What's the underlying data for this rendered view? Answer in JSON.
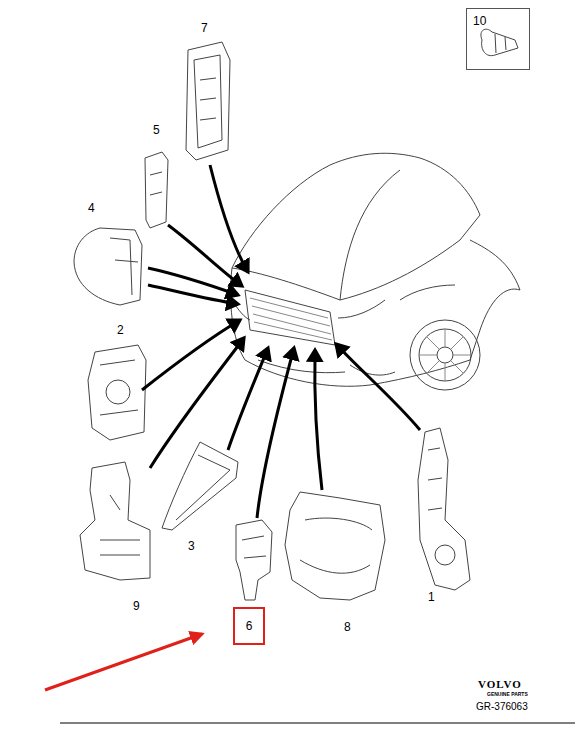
{
  "diagram": {
    "nodes": [
      {
        "text": [
          "10"
        ]
      },
      {
        "text": [
          "6"
        ]
      }
    ],
    "labels": [
      "7",
      "5",
      "4",
      "2",
      "9",
      "3",
      "8",
      "1",
      "VOLVO",
      "GENUINE PARTS",
      "GR-376063"
    ]
  }
}
